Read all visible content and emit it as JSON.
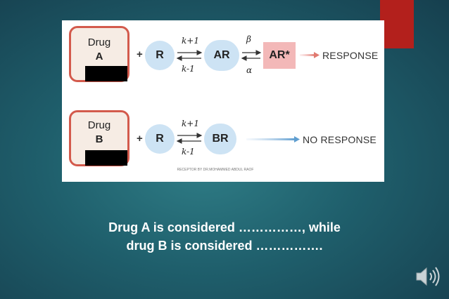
{
  "slide": {
    "drug_a": {
      "line1": "Drug",
      "line2": "A"
    },
    "drug_b": {
      "line1": "Drug",
      "line2": "B"
    },
    "plus": "+",
    "receptor": "R",
    "complex_a": "AR",
    "complex_a_active": "AR*",
    "complex_b": "BR",
    "k_forward": "k+1",
    "k_reverse": "k-1",
    "beta": "β",
    "alpha": "α",
    "response": "RESPONSE",
    "no_response": "NO RESPONSE",
    "credit": "RECEPTOR BY DR.MOHAMMED ABDUL RAOF",
    "question_line1": "Drug A is considered ……………, while",
    "question_line2": "drug B is considered ……………."
  },
  "colors": {
    "background": "#1f5f6c",
    "accent": "#b3201c",
    "drug_border": "#d35a4c",
    "receptor_fill": "#cde3f4",
    "active_fill": "#f3b8b8"
  },
  "icons": [
    "speaker-icon"
  ]
}
